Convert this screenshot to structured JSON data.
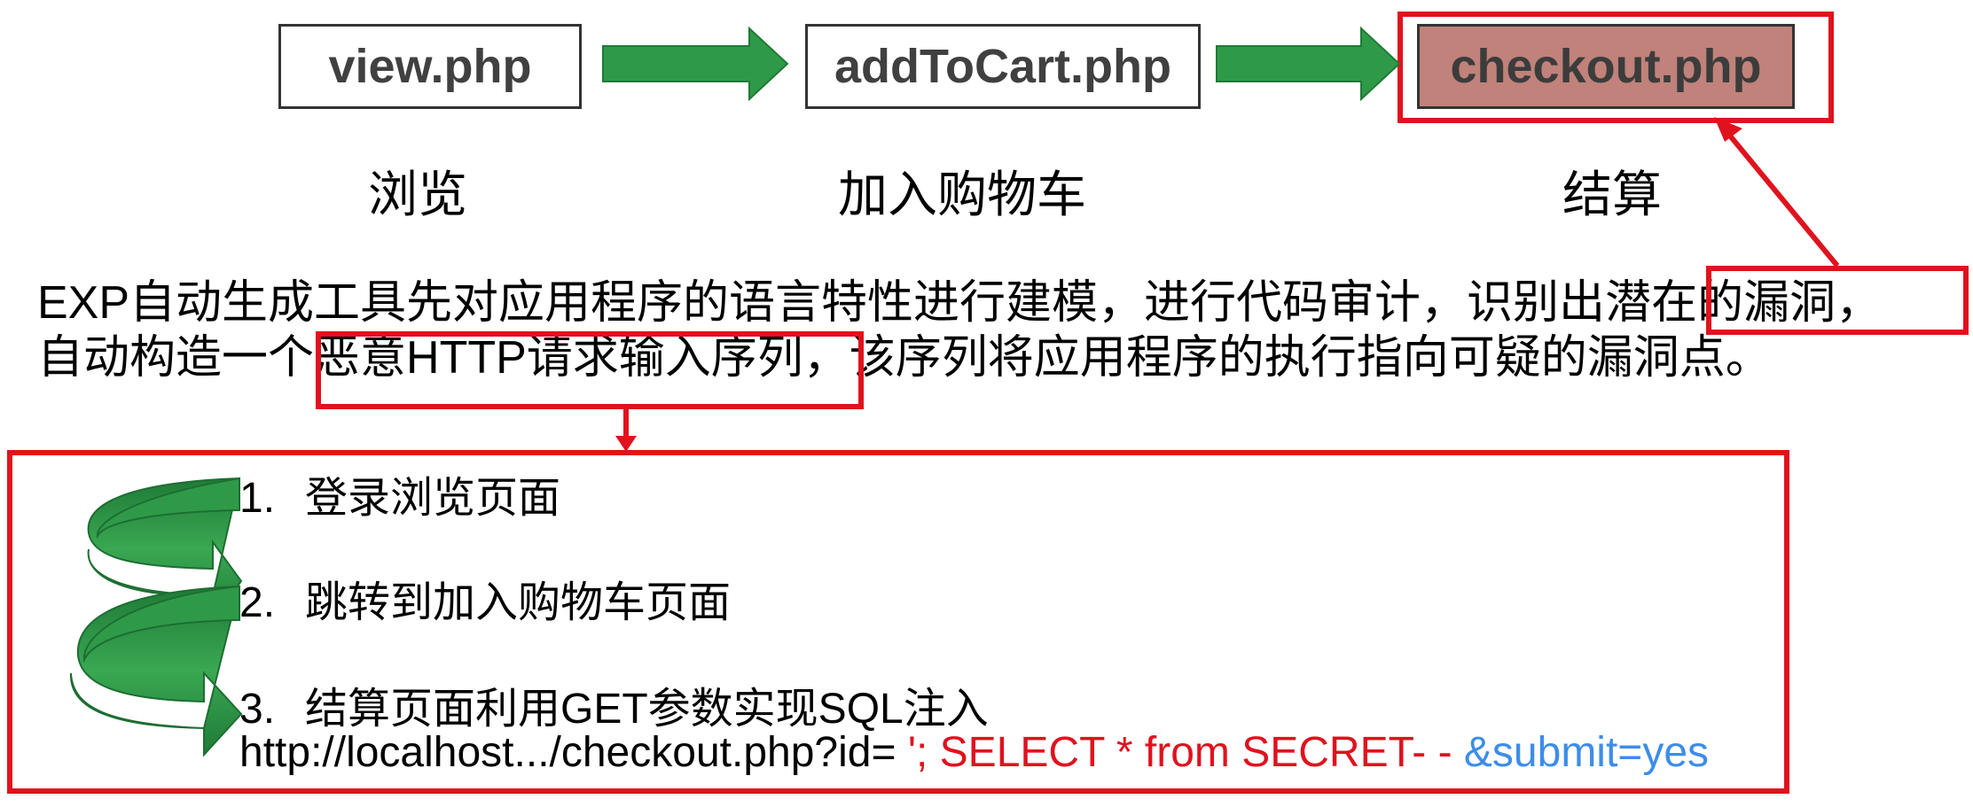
{
  "flow": {
    "steps": [
      {
        "file": "view.php",
        "caption": "浏览"
      },
      {
        "file": "addToCart.php",
        "caption": "加入购物车"
      },
      {
        "file": "checkout.php",
        "caption": "结算"
      }
    ]
  },
  "description": {
    "line1_prefix": "EXP自动生成工具先对应用程序的语言特性进行建模，进行代码审计，识别出",
    "line1_highlight": "潜在的漏洞，",
    "line2_prefix": "自动构造一个",
    "line2_highlight": "恶意HTTP请求输入序列",
    "line2_suffix": "，该序列将应用程序的执行指向可疑的漏洞点。"
  },
  "sequence": {
    "items": [
      {
        "num": "1.",
        "text": "登录浏览页面"
      },
      {
        "num": "2.",
        "text": "跳转到加入购物车页面"
      },
      {
        "num": "3.",
        "text": "结算页面利用GET参数实现SQL注入"
      }
    ],
    "url": {
      "base": "http://localhost.../checkout.php?id= ",
      "payload": "'; SELECT * from SECRET- - ",
      "params": "&submit=yes"
    }
  },
  "colors": {
    "highlight_red": "#e0121e",
    "arrow_green": "#2e9a48",
    "checkout_fill": "#c0827a",
    "param_blue": "#3d8de8"
  }
}
